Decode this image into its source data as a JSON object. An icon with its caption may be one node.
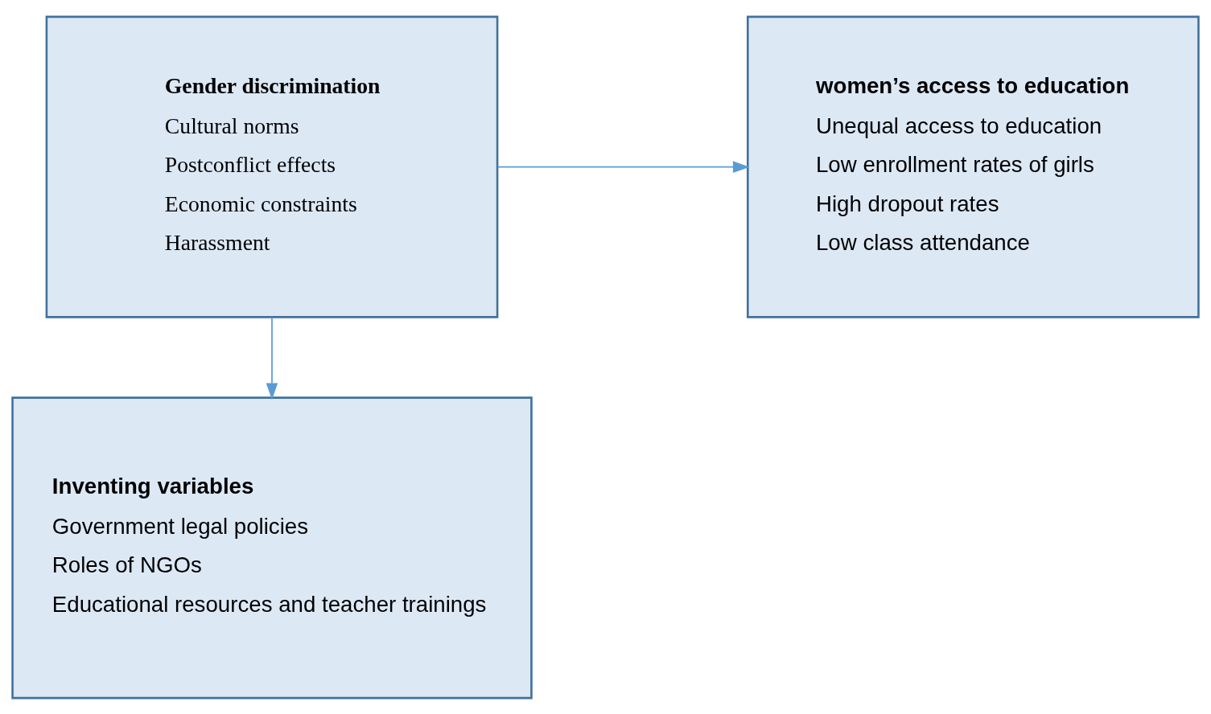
{
  "diagram": {
    "nodes": [
      {
        "text": [
          "Gender discrimination",
          "Cultural norms",
          "Postconflict effects",
          "Economic constraints",
          "Harassment"
        ]
      },
      {
        "text": [
          "women’s access to education",
          "Unequal access to education",
          "Low enrollment rates of girls",
          "High dropout rates",
          "Low class attendance"
        ]
      },
      {
        "text": [
          "Inventing variables",
          "Government legal policies",
          "Roles of NGOs",
          "Educational resources and teacher trainings"
        ]
      }
    ],
    "edges": [
      {
        "from": 0,
        "to": 1,
        "arrow": "to"
      },
      {
        "from": 0,
        "to": 2,
        "arrow": "to"
      }
    ]
  }
}
